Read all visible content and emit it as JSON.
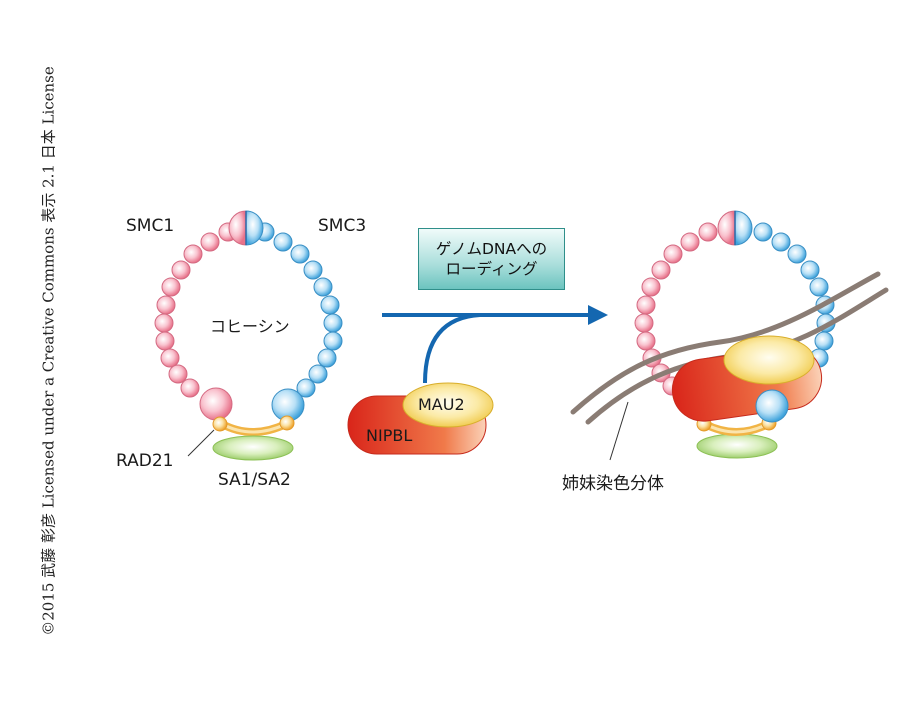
{
  "copyright": "©2015 武藤 彰彦 Licensed under a Creative Commons 表示 2.1 日本 License",
  "labels": {
    "smc1": "SMC1",
    "smc3": "SMC3",
    "cohesin": "コヒーシン",
    "rad21": "RAD21",
    "sa": "SA1/SA2",
    "nipbl": "NIPBL",
    "mau2": "MAU2",
    "sister": "姉妹染色分体"
  },
  "process_box": {
    "line1": "ゲノムDNAへの",
    "line2": "ローディング"
  },
  "colors": {
    "smc1_pink": "#f08aa0",
    "smc3_blue": "#5fb6e6",
    "rad21_orange": "#f3b13a",
    "sa_green": "#a6d472",
    "nipbl_red": "#e23a2a",
    "mau2_yellow": "#f4d54b",
    "arrow_blue": "#1467b0",
    "dna_gray": "#8a7c74"
  }
}
